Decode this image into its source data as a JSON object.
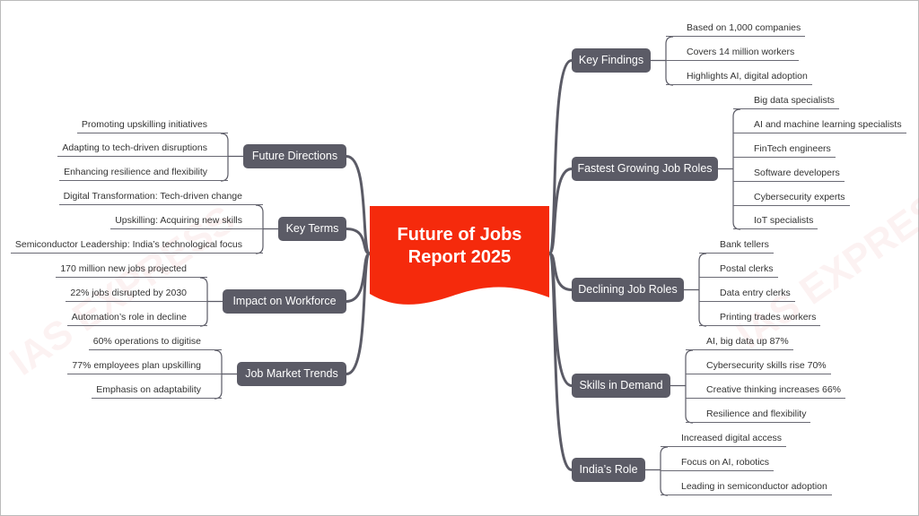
{
  "title": "Future of Jobs Report 2025",
  "watermark": "IAS EXPRESS",
  "colors": {
    "center": "#f52a0c",
    "node": "#5b5b66",
    "line": "#5b5b66"
  },
  "branches": [
    {
      "label": "Key Findings",
      "children": [
        "Based on 1,000 companies",
        "Covers 14 million workers",
        "Highlights AI, digital adoption"
      ]
    },
    {
      "label": "Fastest Growing Job Roles",
      "children": [
        "Big data specialists",
        "AI and machine learning specialists",
        "FinTech engineers",
        "Software developers",
        "Cybersecurity experts",
        "IoT specialists"
      ]
    },
    {
      "label": "Declining Job Roles",
      "children": [
        "Bank tellers",
        "Postal clerks",
        "Data entry clerks",
        "Printing trades workers"
      ]
    },
    {
      "label": "Skills in Demand",
      "children": [
        "AI, big data up 87%",
        "Cybersecurity skills rise 70%",
        "Creative thinking increases 66%",
        "Resilience and flexibility"
      ]
    },
    {
      "label": "India’s Role",
      "children": [
        "Increased digital access",
        "Focus on AI, robotics",
        "Leading in semiconductor adoption"
      ]
    },
    {
      "label": "Future Directions",
      "children": [
        "Promoting upskilling initiatives",
        "Adapting to tech-driven disruptions",
        "Enhancing resilience and flexibility"
      ]
    },
    {
      "label": "Key Terms",
      "children": [
        "Digital Transformation: Tech-driven change",
        "Upskilling: Acquiring new skills",
        "Semiconductor Leadership: India’s technological focus"
      ]
    },
    {
      "label": "Impact on Workforce",
      "children": [
        "170 million new jobs projected",
        "22% jobs disrupted by 2030",
        "Automation’s role in decline"
      ]
    },
    {
      "label": "Job Market Trends",
      "children": [
        "60% operations to digitise",
        "77% employees plan upskilling",
        "Emphasis on adaptability"
      ]
    }
  ]
}
